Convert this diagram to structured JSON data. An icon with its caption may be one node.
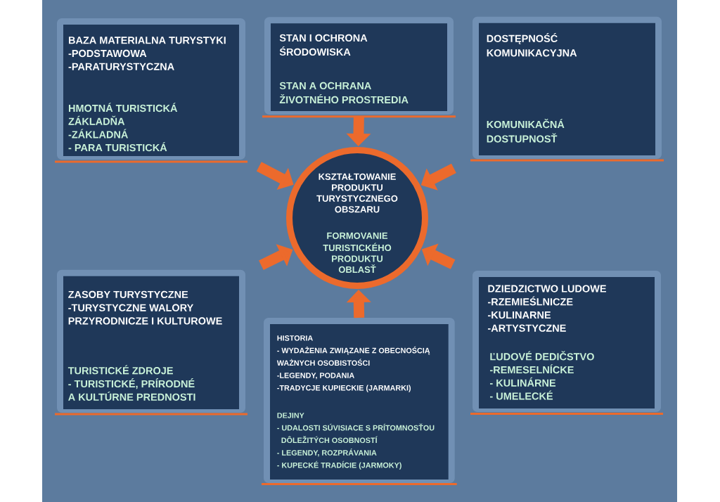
{
  "diagram": {
    "nodes": [
      {
        "text": [
          "BAZA MATERIALNA TURYSTYKI",
          "-PODSTAWOWA",
          "-PARATURYSTYCZNA",
          "HMOTNÁ TURISTICKÁ ZÁKLADŇA",
          "-ZÁKLADNÁ",
          "- PARA TURISTICKÁ"
        ]
      },
      {
        "text": [
          "STAN I OCHRONA ŚRODOWISKA",
          "STAN A OCHRANA ŽIVOTNÉHO PROSTREDIA"
        ]
      },
      {
        "text": [
          "DOSTĘPNOŚĆ KOMUNIKACYJNA",
          "KOMUNIKAČNÁ DOSTUPNOSŤ"
        ]
      },
      {
        "text": [
          "KSZTAŁTOWANIE PRODUKTU TURYSTYCZNEGO OBSZARU",
          "FORMOVANIE TURISTICKÉHO PRODUKTU OBLASŤ"
        ]
      },
      {
        "text": [
          "ZASOBY TURYSTYCZNE",
          "-TURYSTYCZNE WALORY PRZYRODNICZE I KULTUROWE",
          "TURISTICKÉ ZDROJE",
          "- TURISTICKÉ, PRÍRODNÉ A KULTÚRNE PREDNOSTI"
        ]
      },
      {
        "text": [
          "HISTORIA",
          "- WYDAŻENIA ZWIĄZANE Z OBECNOŚCIĄ WAŻNYCH OSOBISTOŚCI",
          "-LEGENDY, PODANIA",
          "-TRADYCJE KUPIECKIE (JARMARKI)",
          "DEJINY",
          "- UDALOSTI SÚVISIACE S PRÍTOMNOSŤOU DÔLEŽITÝCH OSOBNOSTÍ",
          "- LEGENDY, ROZPRÁVANIA",
          "- KUPECKÉ TRADÍCIE (JARMOKY)"
        ]
      },
      {
        "text": [
          "DZIEDZICTWO LUDOWE",
          "-RZEMIEŚLNICZE",
          "-KULINARNE",
          "-ARTYSTYCZNE",
          "ĽUDOVÉ DEDIČSTVO",
          "-REMESELNÍCKE",
          "- KULINÁRNE",
          "- UMELECKÉ"
        ]
      }
    ],
    "edges": [
      {
        "from": 0,
        "to": 3,
        "arrow": "to"
      },
      {
        "from": 1,
        "to": 3,
        "arrow": "to"
      },
      {
        "from": 2,
        "to": 3,
        "arrow": "to"
      },
      {
        "from": 4,
        "to": 3,
        "arrow": "to"
      },
      {
        "from": 5,
        "to": 3,
        "arrow": "to"
      },
      {
        "from": 6,
        "to": 3,
        "arrow": "to"
      }
    ]
  }
}
